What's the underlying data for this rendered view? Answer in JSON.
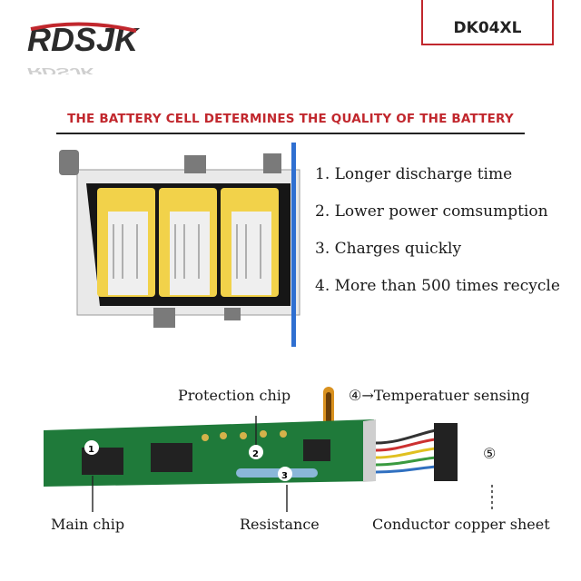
{
  "brand": {
    "logo_text": "RDSJK"
  },
  "model": "DK04XL",
  "headline": "THE BATTERY CELL DETERMINES THE QUALITY OF THE BATTERY",
  "features": [
    "1. Longer discharge time",
    "2. Lower power comsumption",
    "3. Charges quickly",
    "4. More than 500 times recycle"
  ],
  "pcb_labels": {
    "protection_chip": "Protection chip",
    "temp_sensing": "④→Temperatuer sensing",
    "main_chip": "Main chip",
    "resistance": "Resistance",
    "copper_sheet": "Conductor copper sheet",
    "marker_5": "⑤"
  },
  "colors": {
    "accent": "#c1272d",
    "pcb_green": "#1f7a3a",
    "cell_yellow": "#f2d24a"
  }
}
